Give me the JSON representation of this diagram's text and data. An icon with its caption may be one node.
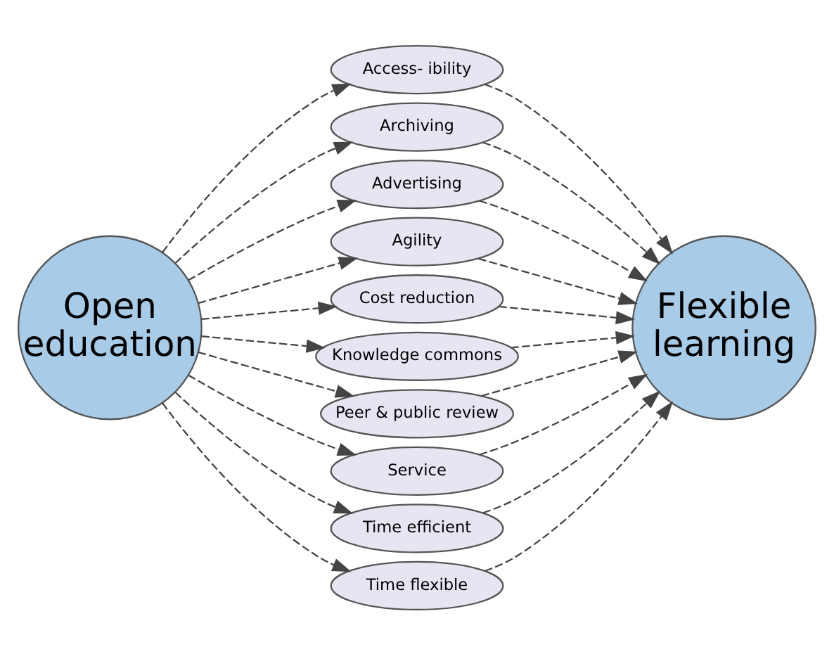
{
  "diagram": {
    "nodes": [
      {
        "text": [
          "Open education"
        ]
      },
      {
        "text": [
          "Access- ibility"
        ]
      },
      {
        "text": [
          "Archiving"
        ]
      },
      {
        "text": [
          "Advertising"
        ]
      },
      {
        "text": [
          "Agility"
        ]
      },
      {
        "text": [
          "Cost reduction"
        ]
      },
      {
        "text": [
          "Knowledge commons"
        ]
      },
      {
        "text": [
          "Peer & public review"
        ]
      },
      {
        "text": [
          "Service"
        ]
      },
      {
        "text": [
          "Time efficient"
        ]
      },
      {
        "text": [
          "Time flexible"
        ]
      },
      {
        "text": [
          "Flexible learning"
        ]
      }
    ],
    "edges": [
      {
        "from": 0,
        "to": 1,
        "arrow": "to",
        "style": "dashed"
      },
      {
        "from": 0,
        "to": 2,
        "arrow": "to",
        "style": "dashed"
      },
      {
        "from": 0,
        "to": 3,
        "arrow": "to",
        "style": "dashed"
      },
      {
        "from": 0,
        "to": 4,
        "arrow": "to",
        "style": "dashed"
      },
      {
        "from": 0,
        "to": 5,
        "arrow": "to",
        "style": "dashed"
      },
      {
        "from": 0,
        "to": 6,
        "arrow": "to",
        "style": "dashed"
      },
      {
        "from": 0,
        "to": 7,
        "arrow": "to",
        "style": "dashed"
      },
      {
        "from": 0,
        "to": 8,
        "arrow": "to",
        "style": "dashed"
      },
      {
        "from": 0,
        "to": 9,
        "arrow": "to",
        "style": "dashed"
      },
      {
        "from": 0,
        "to": 10,
        "arrow": "to",
        "style": "dashed"
      },
      {
        "from": 1,
        "to": 11,
        "arrow": "to",
        "style": "dashed"
      },
      {
        "from": 2,
        "to": 11,
        "arrow": "to",
        "style": "dashed"
      },
      {
        "from": 3,
        "to": 11,
        "arrow": "to",
        "style": "dashed"
      },
      {
        "from": 4,
        "to": 11,
        "arrow": "to",
        "style": "dashed"
      },
      {
        "from": 5,
        "to": 11,
        "arrow": "to",
        "style": "dashed"
      },
      {
        "from": 6,
        "to": 11,
        "arrow": "to",
        "style": "dashed"
      },
      {
        "from": 7,
        "to": 11,
        "arrow": "to",
        "style": "dashed"
      },
      {
        "from": 8,
        "to": 11,
        "arrow": "to",
        "style": "dashed"
      },
      {
        "from": 9,
        "to": 11,
        "arrow": "to",
        "style": "dashed"
      },
      {
        "from": 10,
        "to": 11,
        "arrow": "to",
        "style": "dashed"
      }
    ]
  }
}
